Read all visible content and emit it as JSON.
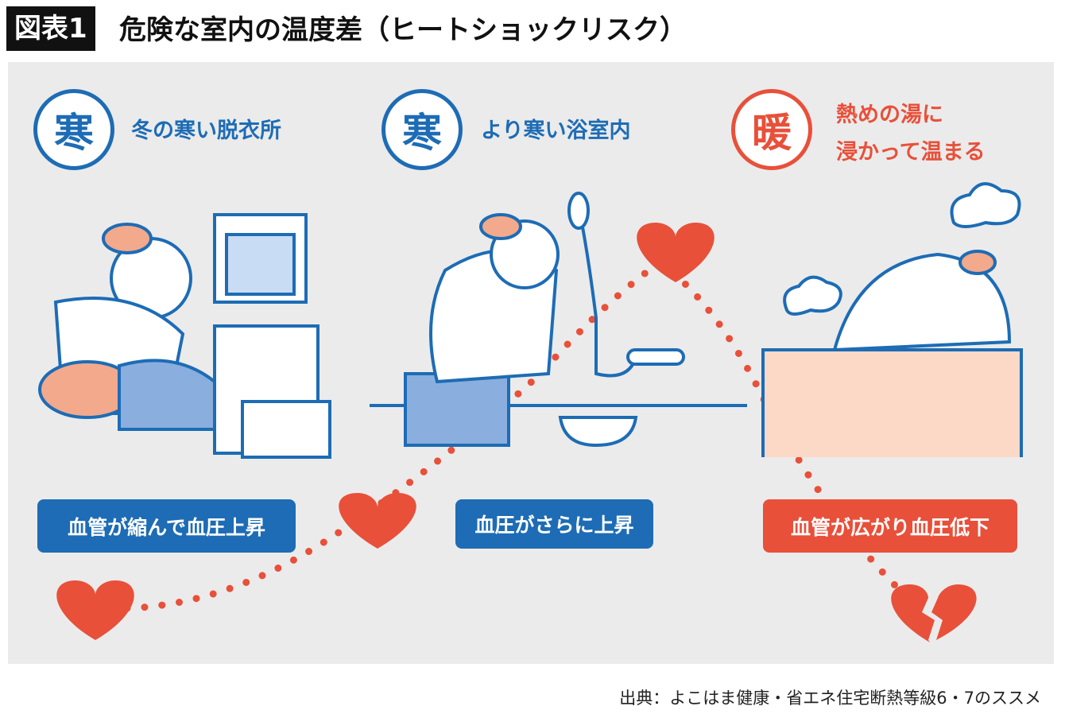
{
  "header": {
    "tag": "図表1",
    "title": "危険な室内の温度差（ヒートショックリスク）"
  },
  "steps": [
    {
      "badge": "寒",
      "caption": "冬の寒い脱衣所",
      "label": "血管が縮んで血圧上昇"
    },
    {
      "badge": "寒",
      "caption": "より寒い浴室内",
      "label": "血圧がさらに上昇"
    },
    {
      "badge": "暖",
      "caption_line1": "熱めの湯に",
      "caption_line2": "浸かって温まる",
      "label": "血管が広がり血圧低下"
    }
  ],
  "colors": {
    "cold": "#1d6cb5",
    "warm": "#e8503a",
    "panel": "#ebebeb"
  },
  "source": "出典：よこはま健康・省エネ住宅断熱等級6・7のススメ"
}
